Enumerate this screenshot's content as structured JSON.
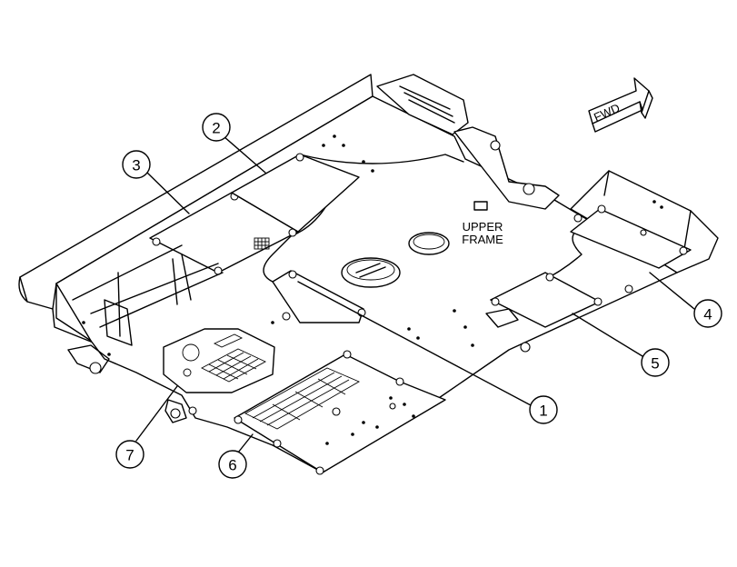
{
  "fwd_label": "FWD",
  "frame_label": {
    "line1": "UPPER",
    "line2": "FRAME"
  },
  "callouts": [
    {
      "id": "callout-1",
      "label": "1"
    },
    {
      "id": "callout-2",
      "label": "2"
    },
    {
      "id": "callout-3",
      "label": "3"
    },
    {
      "id": "callout-4",
      "label": "4"
    },
    {
      "id": "callout-5",
      "label": "5"
    },
    {
      "id": "callout-6",
      "label": "6"
    },
    {
      "id": "callout-7",
      "label": "7"
    }
  ]
}
